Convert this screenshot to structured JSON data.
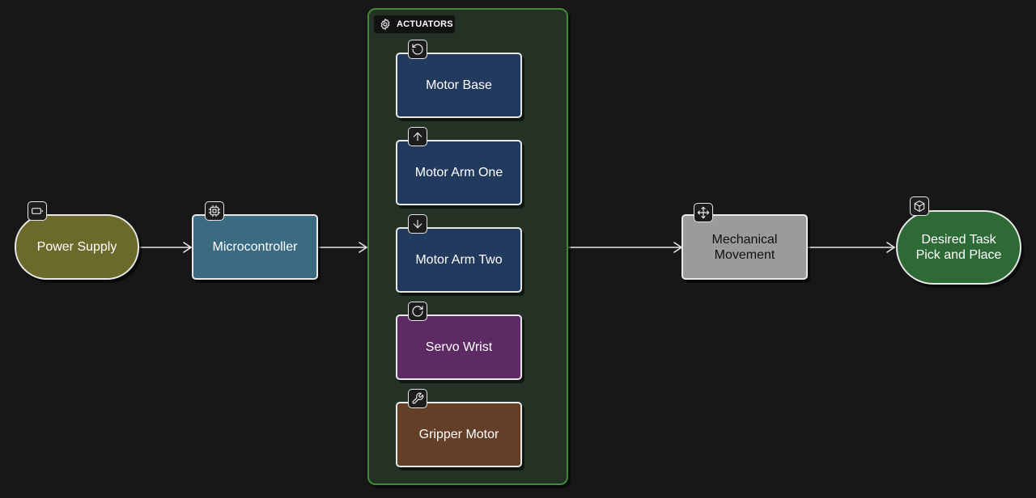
{
  "group": {
    "title": "ACTUATORS",
    "icon": "gear-icon",
    "colors": {
      "fill": "#233224",
      "border": "#3f8a33"
    }
  },
  "nodes": {
    "power_supply": {
      "label": "Power Supply",
      "icon": "battery-icon",
      "color": "#6b6a2b"
    },
    "microcontroller": {
      "label": "Microcontroller",
      "icon": "cpu-chip-icon",
      "color": "#3a6b80"
    },
    "motor_base": {
      "label": "Motor Base",
      "icon": "rotate-ccw-icon",
      "color": "#223a5e"
    },
    "motor_arm_one": {
      "label": "Motor Arm One",
      "icon": "arrow-up-icon",
      "color": "#223a5e"
    },
    "motor_arm_two": {
      "label": "Motor Arm Two",
      "icon": "arrow-down-icon",
      "color": "#223a5e"
    },
    "servo_wrist": {
      "label": "Servo Wrist",
      "icon": "rotate-cw-icon",
      "color": "#5e2a64"
    },
    "gripper_motor": {
      "label": "Gripper Motor",
      "icon": "wrench-icon",
      "color": "#633f27"
    },
    "mechanical_movement": {
      "label": "Mechanical\nMovement",
      "icon": "move-icon",
      "color": "#9b9b9b"
    },
    "desired_task": {
      "label": "Desired Task\nPick and Place",
      "icon": "package-icon",
      "color": "#2e6a36"
    }
  },
  "edges": [
    {
      "from": "Power Supply",
      "to": "Microcontroller"
    },
    {
      "from": "Microcontroller",
      "to": "ACTUATORS"
    },
    {
      "from": "ACTUATORS",
      "to": "Mechanical Movement"
    },
    {
      "from": "Mechanical Movement",
      "to": "Desired Task Pick and Place"
    }
  ],
  "colors": {
    "background": "#171717",
    "edge": "#e8e8e8",
    "node_border": "#e8e8e8"
  }
}
